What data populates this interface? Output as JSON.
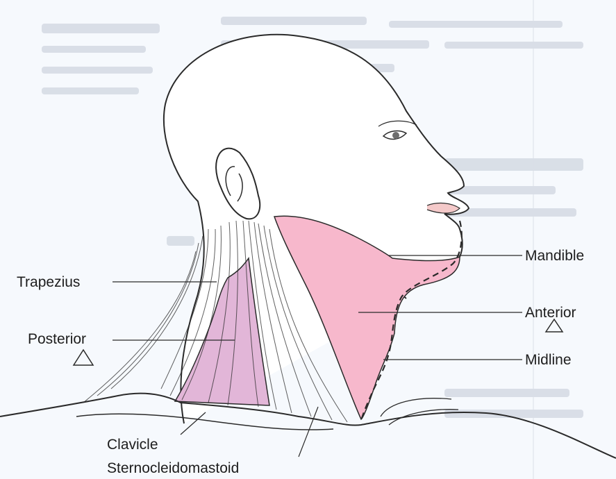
{
  "labels": {
    "mandible": "Mandible",
    "trapezius": "Trapezius",
    "anterior": "Anterior",
    "posterior": "Posterior",
    "midline": "Midline",
    "clavicle": "Clavicle",
    "sternocleidomastoid": "Sternocleidomastoid"
  },
  "colors": {
    "background": "#f6f9fd",
    "text_bg": "#c9cfda",
    "outline": "#2a2a2a",
    "anterior_triangle": "#f7b8cc",
    "posterior_triangle": "#e2b6d8",
    "skin": "#ffffff"
  },
  "icons": {
    "anterior_marker": "triangle-outline-icon",
    "posterior_marker": "triangle-outline-icon"
  }
}
